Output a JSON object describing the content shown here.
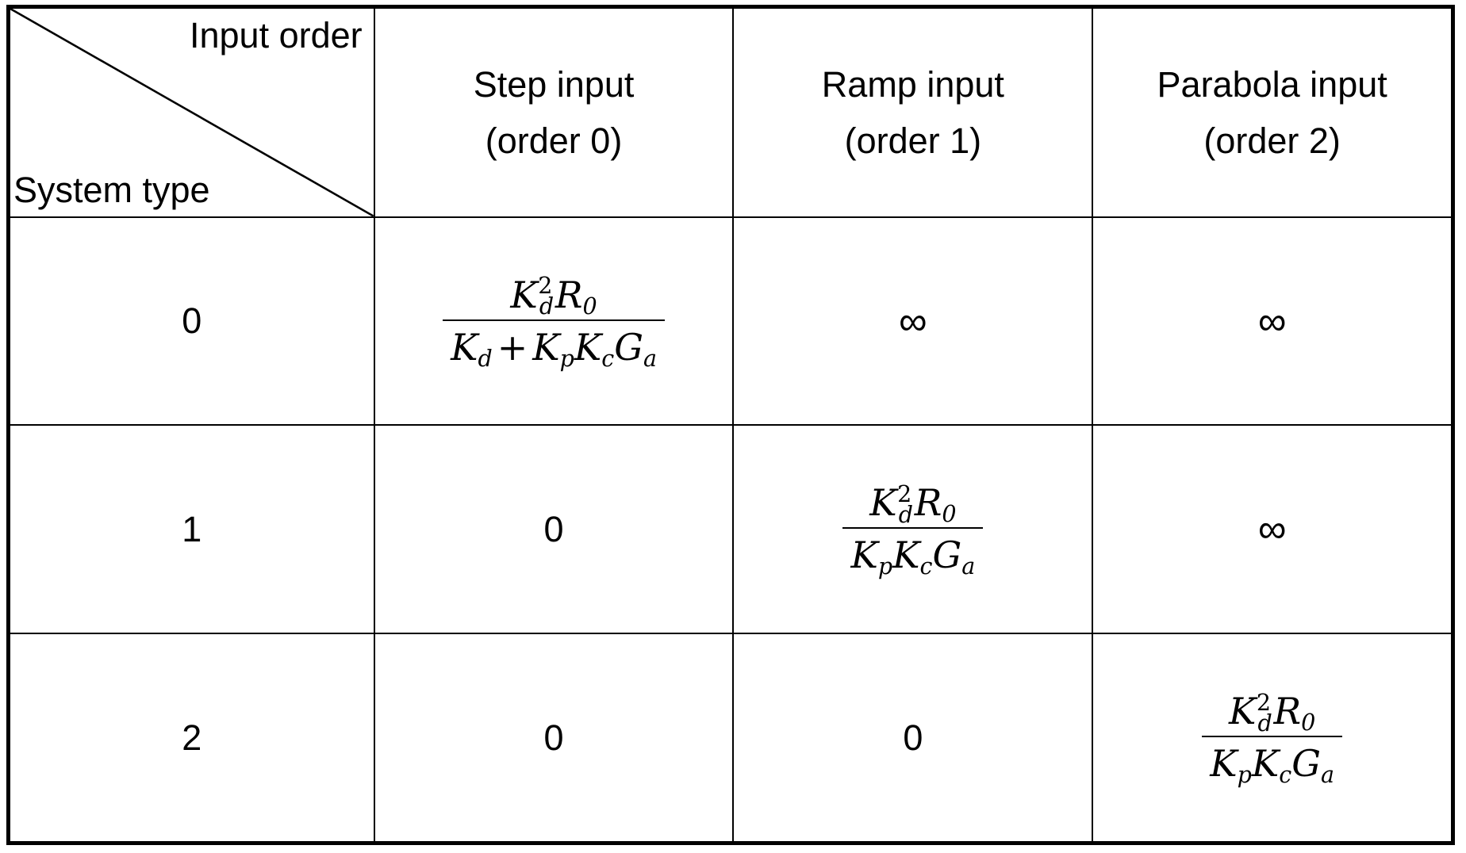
{
  "table": {
    "corner": {
      "top_label": "Input order",
      "bottom_label": "System type",
      "divider": "diagonal-line"
    },
    "column_headers": [
      {
        "title": "Step input",
        "order": "(order 0)"
      },
      {
        "title": "Ramp input",
        "order": "(order 1)"
      },
      {
        "title": "Parabola input",
        "order": "(order 2)"
      }
    ],
    "row_labels": [
      "0",
      "1",
      "2"
    ],
    "infinity_symbol": "∞",
    "zero_value": "0",
    "formulas": {
      "numerator": {
        "base": "K",
        "sup": "2",
        "sub": "d",
        "tail_base": "R",
        "tail_sub": "0"
      },
      "type0_step_denominator": [
        {
          "base": "K",
          "sub": "d"
        },
        {
          "op": "+"
        },
        {
          "base": "K",
          "sub": "p"
        },
        {
          "base": "K",
          "sub": "c"
        },
        {
          "base": "G",
          "sub": "a"
        }
      ],
      "open_loop_denominator": [
        {
          "base": "K",
          "sub": "p"
        },
        {
          "base": "K",
          "sub": "c"
        },
        {
          "base": "G",
          "sub": "a"
        }
      ]
    },
    "cells": [
      {
        "row": "0",
        "step": "fraction-with-sum-denominator",
        "ramp": "∞",
        "parabola": "∞"
      },
      {
        "row": "1",
        "step": "0",
        "ramp": "fraction-open-loop",
        "parabola": "∞"
      },
      {
        "row": "2",
        "step": "0",
        "ramp": "0",
        "parabola": "fraction-open-loop"
      }
    ]
  },
  "colors": {
    "background": "#ffffff",
    "foreground": "#000000",
    "border": "#000000"
  }
}
